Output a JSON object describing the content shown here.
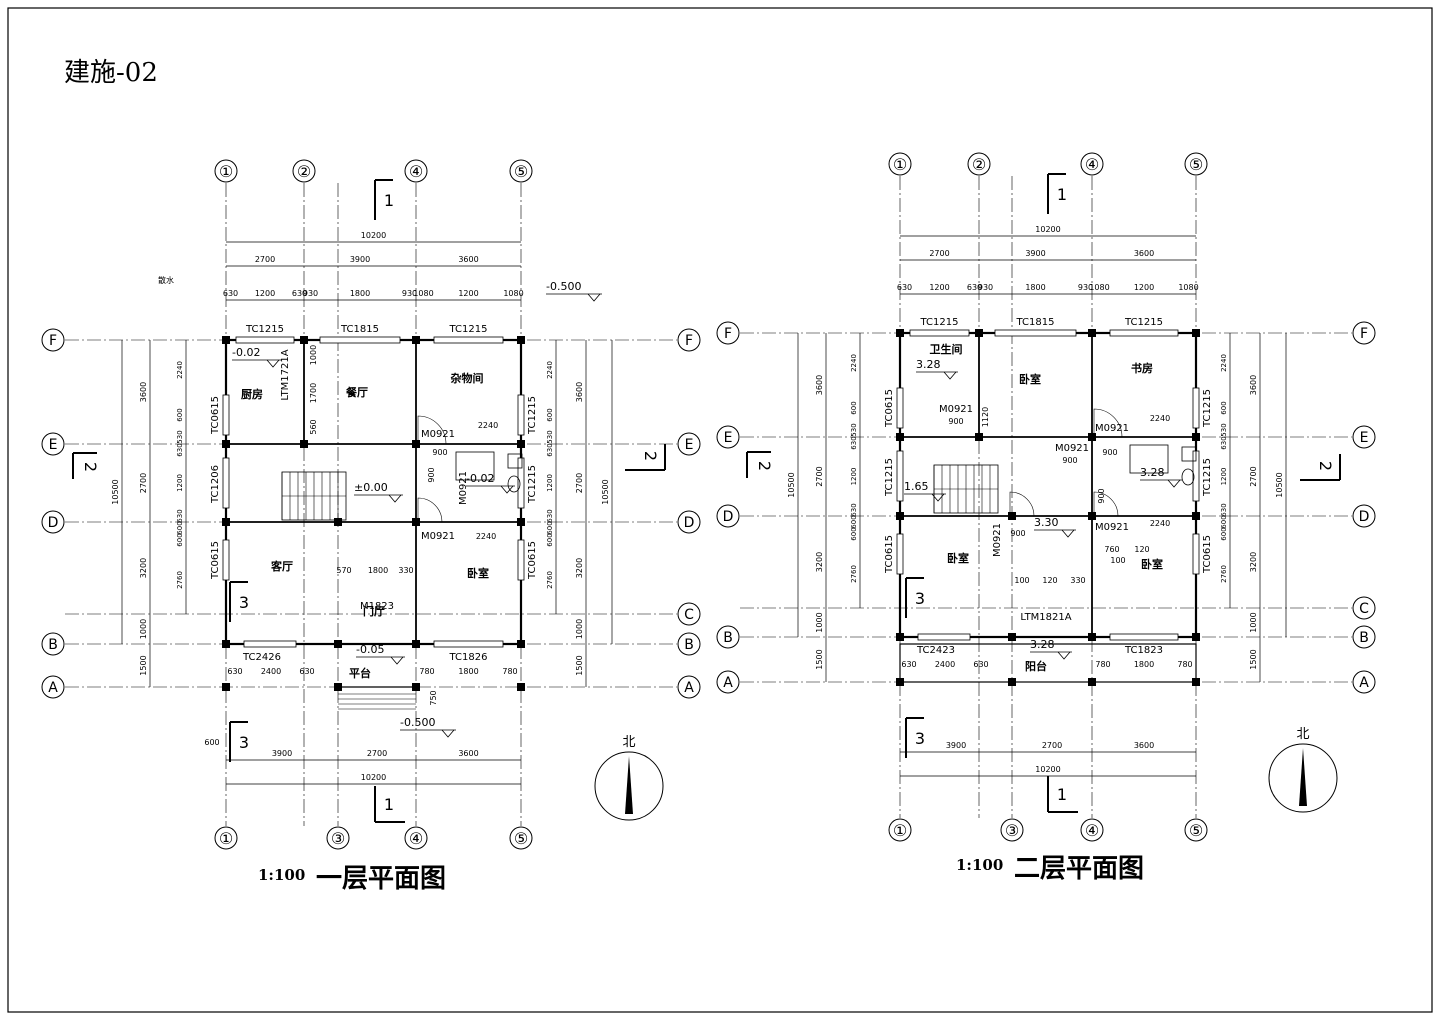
{
  "drawing_number": "建施-02",
  "north_label": "北",
  "plan1": {
    "title": "一层平面图",
    "scale": "1:100",
    "top_axes": [
      "①",
      "②",
      "④",
      "⑤"
    ],
    "bottom_axes": [
      "①",
      "③",
      "④",
      "⑤"
    ],
    "row_axes": [
      "F",
      "E",
      "D",
      "C",
      "B",
      "A"
    ],
    "overall_width": "10200",
    "overall_depth": "10500",
    "top_bays": [
      "2700",
      "3900",
      "3600"
    ],
    "bottom_bays": [
      "3900",
      "2700",
      "3600"
    ],
    "top_sub": [
      "630",
      "1200",
      "630",
      "930",
      "1800",
      "930",
      "1080",
      "1200",
      "1080"
    ],
    "bottom_sub": [
      "630",
      "2400",
      "630",
      "780",
      "1800",
      "780"
    ],
    "left_outer": [
      "3600",
      "2700",
      "3200",
      "1000",
      "1500"
    ],
    "left_inner": [
      "2240",
      "600",
      "530",
      "630",
      "1200",
      "630",
      "600",
      "600",
      "2760"
    ],
    "right_outer": [
      "3600",
      "2700",
      "3200",
      "1000",
      "1500"
    ],
    "right_inner": [
      "2240",
      "600",
      "530",
      "630",
      "1200",
      "630",
      "600",
      "600",
      "2760"
    ],
    "rooms": [
      "厨房",
      "餐厅",
      "杂物间",
      "客厅",
      "门厅",
      "卧室",
      "平台"
    ],
    "windows": [
      "TC1215",
      "TC1815",
      "TC1215",
      "TC0615",
      "TC1206",
      "TC0615",
      "TC1215",
      "TC0615",
      "TC2426",
      "TC1826"
    ],
    "doors": [
      "LTM1721A",
      "M0921",
      "M0921",
      "M0921",
      "M1823"
    ],
    "levels": [
      "-0.02",
      "±0.00",
      "-0.02",
      "-0.05",
      "-0.500",
      "-0.500"
    ],
    "misc": [
      "散水",
      "1000",
      "1700",
      "560",
      "900",
      "900",
      "2240",
      "2240",
      "570",
      "1800",
      "330",
      "750",
      "600"
    ],
    "section_marks": [
      "1",
      "1",
      "2",
      "2",
      "3",
      "3"
    ]
  },
  "plan2": {
    "title": "二层平面图",
    "scale": "1:100",
    "top_axes": [
      "①",
      "②",
      "④",
      "⑤"
    ],
    "bottom_axes": [
      "①",
      "③",
      "④",
      "⑤"
    ],
    "row_axes": [
      "F",
      "E",
      "D",
      "C",
      "B",
      "A"
    ],
    "overall_width": "10200",
    "overall_depth": "10500",
    "top_bays": [
      "2700",
      "3900",
      "3600"
    ],
    "bottom_bays": [
      "3900",
      "2700",
      "3600"
    ],
    "top_sub": [
      "630",
      "1200",
      "630",
      "930",
      "1800",
      "930",
      "1080",
      "1200",
      "1080"
    ],
    "bottom_sub": [
      "630",
      "2400",
      "630",
      "780",
      "1800",
      "780"
    ],
    "left_outer": [
      "3600",
      "2700",
      "3200",
      "1000",
      "1500"
    ],
    "left_inner": [
      "2240",
      "600",
      "530",
      "630",
      "1200",
      "630",
      "600",
      "600",
      "2760"
    ],
    "right_outer": [
      "3600",
      "2700",
      "3200",
      "1000",
      "1500"
    ],
    "right_inner": [
      "2240",
      "600",
      "530",
      "630",
      "1200",
      "630",
      "600",
      "600",
      "2760"
    ],
    "rooms": [
      "卫生间",
      "卧室",
      "书房",
      "卧室",
      "卧室",
      "阳台"
    ],
    "windows": [
      "TC1215",
      "TC1815",
      "TC1215",
      "TC0615",
      "TC1215",
      "TC0615",
      "TC1215",
      "TC0615",
      "TC2423",
      "TC1823"
    ],
    "doors": [
      "M0921",
      "M0921",
      "M0921",
      "M0921",
      "M0921",
      "LTM1821A"
    ],
    "levels": [
      "3.28",
      "1.65",
      "3.30",
      "3.28",
      "3.28"
    ],
    "misc": [
      "900",
      "1120",
      "900",
      "900",
      "2240",
      "2240",
      "900",
      "900",
      "760",
      "100",
      "120",
      "100",
      "120",
      "330",
      "1800",
      "330"
    ],
    "section_marks": [
      "1",
      "1",
      "2",
      "2",
      "3",
      "3"
    ]
  }
}
